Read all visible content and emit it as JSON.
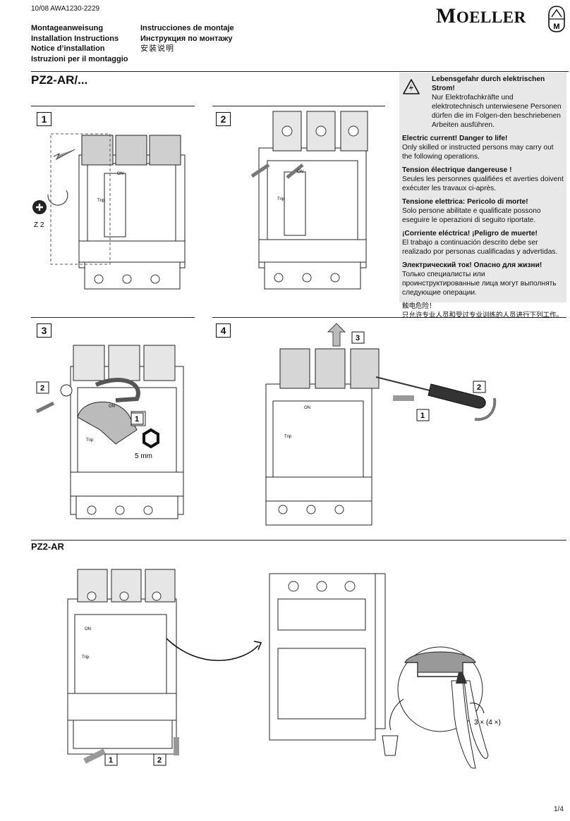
{
  "header": {
    "doc_number": "10/08 AWA1230-2229",
    "titles_left": [
      "Montageanweisung",
      "Installation Instructions",
      "Notice d’installation",
      "Istruzioni per il montaggio"
    ],
    "titles_right": [
      "Instrucciones de montaje",
      "Инструкция по монтажу",
      "安装说明"
    ],
    "brand_first": "M",
    "brand_rest": "OELLER",
    "logo_text": "M"
  },
  "product_title": "PZ2-AR/...",
  "warning": {
    "blocks": [
      {
        "heading": "Lebensgefahr durch elektrischen Strom!",
        "text": "Nur Elektrofachkräfte und elektrotechnisch unterwiesene Personen dürfen die im Folgen-den beschriebenen Arbeiten ausführen."
      },
      {
        "heading": "Electric current! Danger to life!",
        "text": "Only skilled or instructed persons may carry out the following operations."
      },
      {
        "heading": "Tension électrique dangereuse !",
        "text": "Seules les personnes qualifiées et averties doivent exécuter les travaux ci-après."
      },
      {
        "heading": "Tensione elettrica: Pericolo di morte!",
        "text": "Solo persone abilitate e qualificate possono eseguire le operazioni di seguito riportate."
      },
      {
        "heading": "¡Corriente eléctrica! ¡Peligro de muerte!",
        "text": "El trabajo a continuación descrito debe ser realizado por personas cualificadas y advertidas."
      },
      {
        "heading": "Электрический ток! Опасно для жизни!",
        "text": "Только специалисты или проинструктированные лица могут выполнять следующие операции."
      },
      {
        "heading": "触电危险！",
        "text": "只允许专业人员和受过专业训练的人员进行下列工作。"
      }
    ]
  },
  "steps": {
    "s1": "1",
    "s2": "2",
    "s3": "3",
    "s4": "4"
  },
  "callouts": {
    "screw_label": "Z 2",
    "hex_size": "5 mm",
    "on_label": "ON",
    "trip_label": "Trip",
    "step3_c1": "1",
    "step3_c2": "2",
    "step4_c1": "1",
    "step4_c2": "2",
    "step4_c3": "3",
    "bottom_c1": "1",
    "bottom_c2": "2",
    "repeat": "3 × (4 ×)"
  },
  "subtitle": "PZ2-AR",
  "page_number": "1/4"
}
